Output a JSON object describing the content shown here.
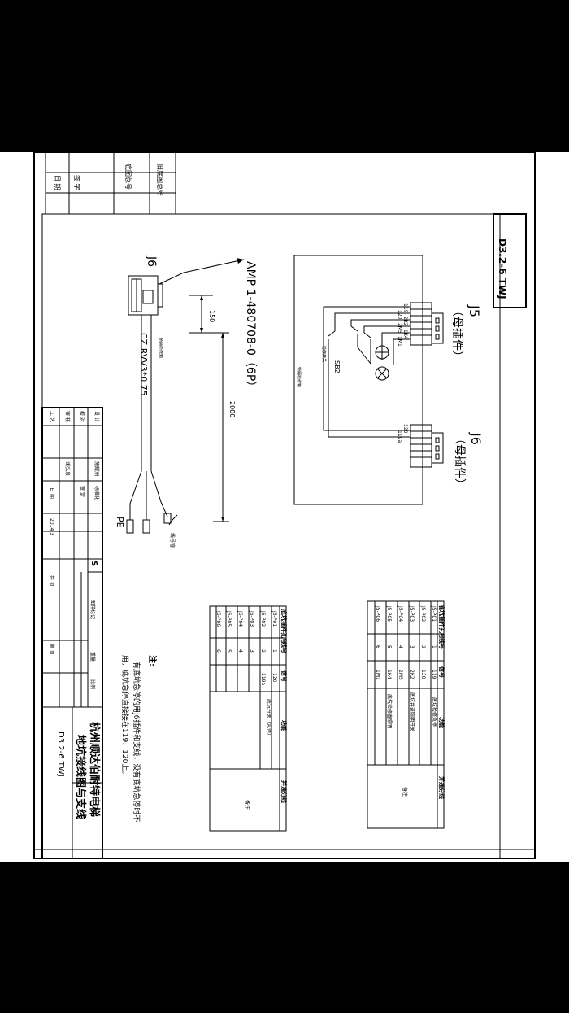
{
  "screen": {
    "background": "#000000",
    "paper": "#ffffff",
    "ink": "#000000"
  },
  "drawing": {
    "code_box": "D3.2-6 TWJ",
    "revision_stamp": {
      "old_drawing_no": "旧底图总号",
      "base_drawing_no": "底图总号",
      "signature": "签  字",
      "date": "日  期"
    },
    "connector_j5": {
      "ref": "J5",
      "type": "（母插件）"
    },
    "connector_j6": {
      "ref": "J6",
      "type": "（母插件）"
    },
    "schematic": {
      "j5_terminals": [
        "119",
        "120",
        "2K2",
        "2M5",
        "1K4",
        "1M1"
      ],
      "j6_terminals": [
        "120",
        "119a"
      ],
      "switch_ref": "SB2",
      "switch_label": "检修开关",
      "cab_label": "轿厢检修箱"
    },
    "cable": {
      "connector_ref": "J6",
      "part_no": "AMP 1-480708-0（6P）",
      "dim_short": "150",
      "dim_long": "2000",
      "cable_spec": "CZ RVV3*0.75",
      "cable_note": "轿厢检修箱",
      "pe_label": "PE",
      "bare_label": "线号管"
    },
    "table_j5": {
      "headers": [
        "底坑插件孔号",
        "线号",
        "信号",
        "功能",
        "并通分线"
      ],
      "rows": [
        {
          "hole": "J5-P01",
          "no": "1",
          "signal": "119"
        },
        {
          "hole": "J5-P02",
          "no": "2",
          "signal": "120"
        },
        {
          "hole": "J5-P03",
          "no": "3",
          "signal": "2K2"
        },
        {
          "hole": "J5-P04",
          "no": "4",
          "signal": "2M5"
        },
        {
          "hole": "J5-P05",
          "no": "5",
          "signal": "1K4"
        },
        {
          "hole": "J5-P06",
          "no": "6",
          "signal": "1M1"
        }
      ],
      "func1": "底坑检修急停",
      "func2": "底坑井道照明开关",
      "func3": "底坑检修盒照明",
      "route": "备注"
    },
    "table_j6": {
      "headers": [
        "底坑插件孔号",
        "线号",
        "信号",
        "功能",
        "并通分线"
      ],
      "rows": [
        {
          "hole": "J6-P01",
          "no": "1",
          "signal": "120"
        },
        {
          "hole": "J6-P02",
          "no": "2",
          "signal": "119a"
        },
        {
          "hole": "J6-P03",
          "no": "3",
          "signal": ""
        },
        {
          "hole": "J6-P04",
          "no": "4",
          "signal": ""
        },
        {
          "hole": "J6-P05",
          "no": "5",
          "signal": ""
        },
        {
          "hole": "J6-P06",
          "no": "6",
          "signal": ""
        }
      ],
      "func": "底坑开关（急停）",
      "route": "备注"
    },
    "notes": {
      "title": "注:",
      "line1": "有底坑急停的用J6插件和支线，没有底坑急停时不",
      "line2": "用，底坑急停直接接在119、120上。"
    },
    "title_block": {
      "company": "杭州顺达伯耐特电梯",
      "title": "地坑接线图与支线",
      "code": "D3.2-6 TWJ",
      "marks": "图样标记",
      "weight": "重量",
      "scale": "比例",
      "sheet_total": "共  页",
      "sheet_no": "第  页",
      "s_mark": "S",
      "roles": {
        "design": "设 计",
        "check": "校 对",
        "review": "审 核",
        "process": "工 艺",
        "approve": "标准化",
        "approve2": "审 定",
        "date": "日 期"
      },
      "names": {
        "design": "施耀洲",
        "review": "诸弘泉"
      },
      "date": "2014.3"
    }
  }
}
